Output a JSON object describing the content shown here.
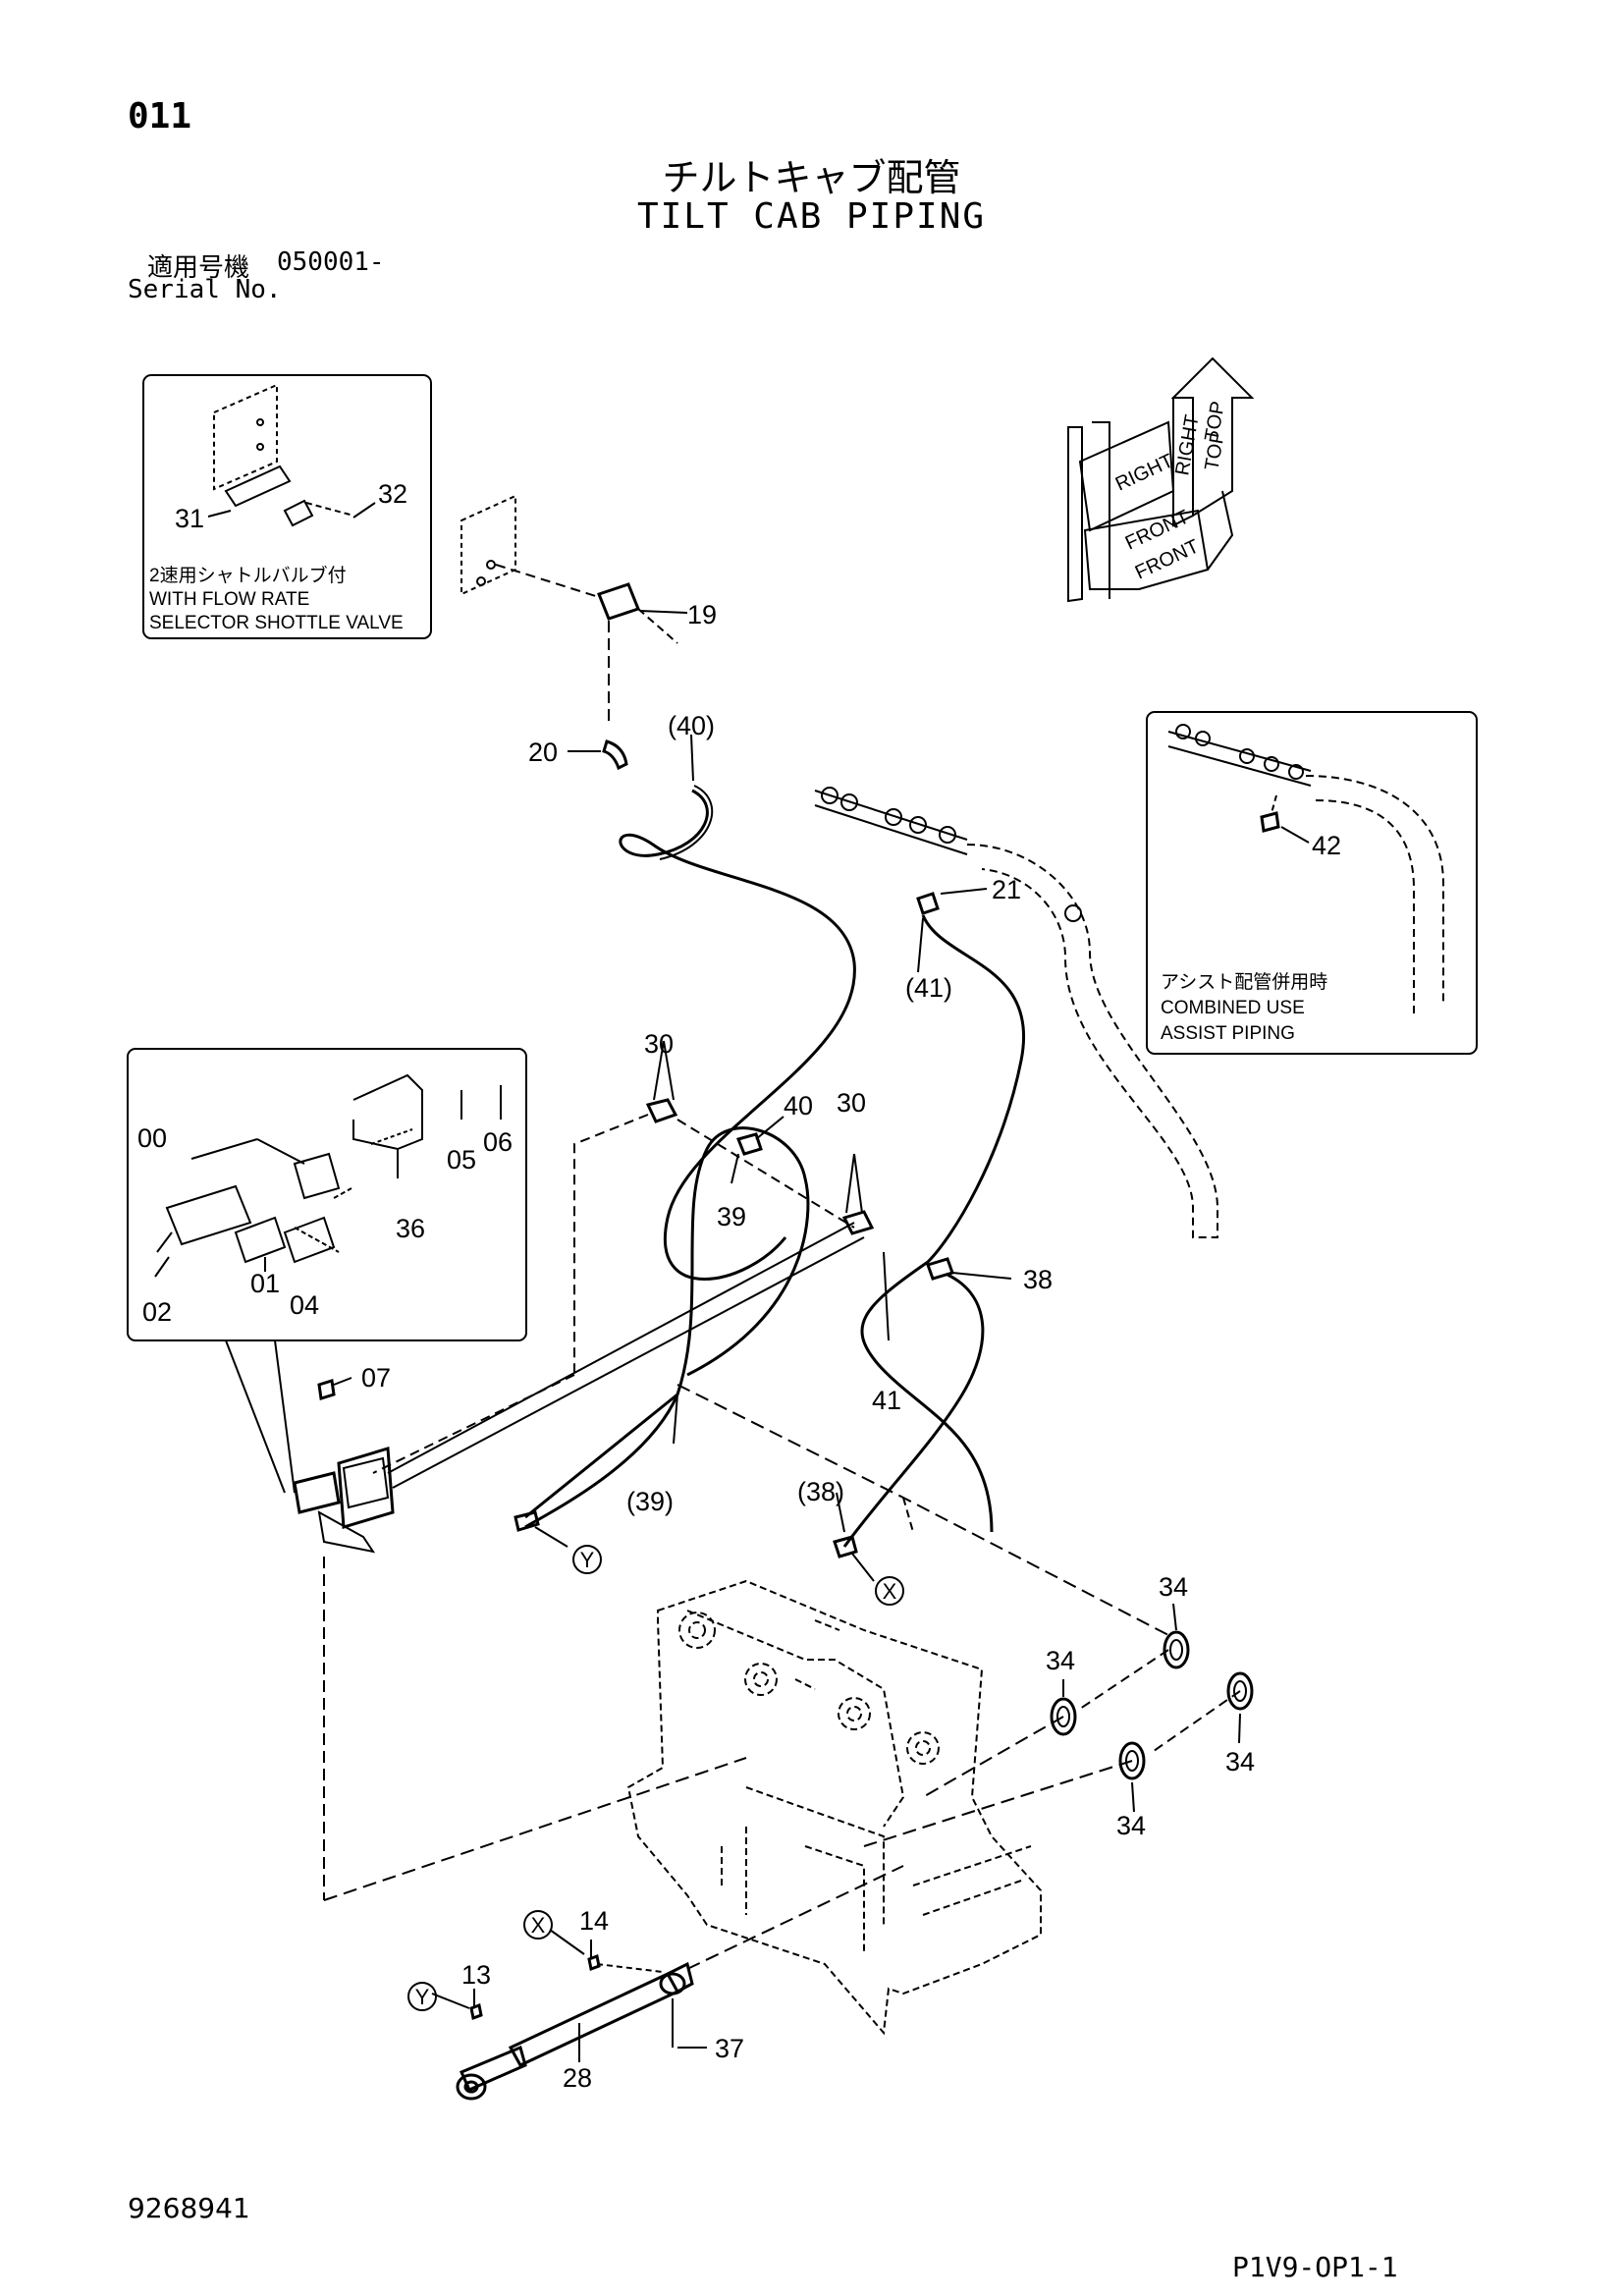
{
  "header": {
    "page_number": "011",
    "title_jp": "チルトキャブ配管",
    "title_en": "TILT CAB PIPING",
    "serial_label_jp": "適用号機",
    "serial_value": "050001-",
    "serial_label_en": "Serial No."
  },
  "footer": {
    "doc_code": "9268941",
    "page_code": "P1V9-OP1-1"
  },
  "orientation": {
    "top": "TOP",
    "right": "RIGHT",
    "front": "FRONT"
  },
  "insets": {
    "shuttle_valve": {
      "note_jp": "2速用シャトルバルブ付",
      "note_en_1": "WITH FLOW RATE",
      "note_en_2": "SELECTOR SHOTTLE VALVE"
    },
    "assist": {
      "note_jp": "アシスト配管併用時",
      "note_en_1": "COMBINED USE",
      "note_en_2": "ASSIST PIPING"
    }
  },
  "callouts": {
    "c31": "31",
    "c32": "32",
    "c19": "19",
    "c20": "20",
    "c40p": "(40)",
    "c21": "21",
    "c41p": "(41)",
    "c42": "42",
    "c30a": "30",
    "c40": "40",
    "c39": "39",
    "c30b": "30",
    "c38": "38",
    "c41": "41",
    "c00": "00",
    "c05": "05",
    "c06": "06",
    "c36": "36",
    "c01": "01",
    "c02": "02",
    "c04": "04",
    "c07": "07",
    "c39p": "(39)",
    "c38p": "(38)",
    "cY1": "Y",
    "cX1": "X",
    "c34a": "34",
    "c34b": "34",
    "c34c": "34",
    "c34d": "34",
    "c14": "14",
    "cX2": "X",
    "c13": "13",
    "cY2": "Y",
    "c37": "37",
    "c28": "28"
  }
}
